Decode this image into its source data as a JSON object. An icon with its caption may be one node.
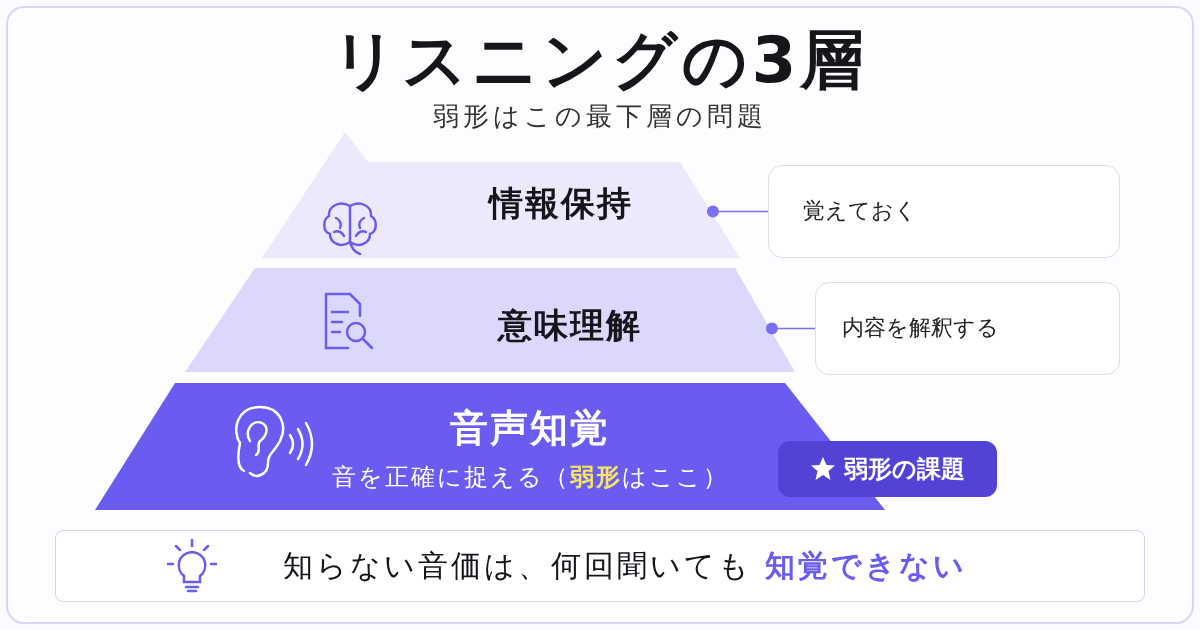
{
  "diagram": {
    "title": "リスニングの3層",
    "caption": "弱形はこの最下層の問題",
    "nodes": [
      {
        "text": [
          "情報保持"
        ]
      },
      {
        "text": [
          "覚えておく"
        ]
      },
      {
        "text": [
          "意味理解"
        ]
      },
      {
        "text": [
          "内容を解釈する"
        ]
      },
      {
        "text": [
          "音声知覚",
          "音を正確に捉える（**弱形**はここ）"
        ]
      },
      {
        "text": [
          "弱形の課題"
        ]
      },
      {
        "text": [
          "知らない音価は、何回聞いても **知覚できない**"
        ]
      }
    ],
    "edges": [
      {
        "from": 0,
        "to": 1,
        "arrow": "other"
      },
      {
        "from": 2,
        "to": 3,
        "arrow": "other"
      }
    ]
  }
}
